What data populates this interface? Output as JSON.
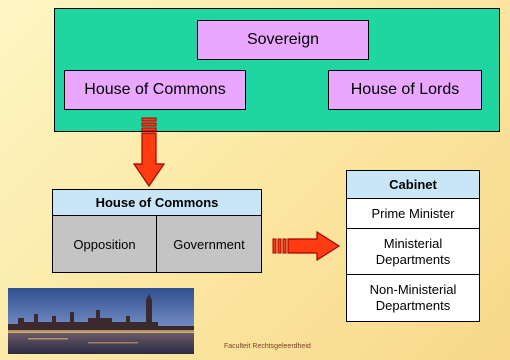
{
  "parliament": {
    "sovereign": "Sovereign",
    "house_of_commons": "House of Commons",
    "house_of_lords": "House of Lords"
  },
  "commons_table": {
    "header": "House of Commons",
    "left": "Opposition",
    "right": "Government"
  },
  "cabinet": {
    "header": "Cabinet",
    "rows": [
      "Prime Minister",
      "Ministerial Departments",
      "Non-Ministerial Departments"
    ]
  },
  "footer": {
    "caption": "Faculteit Rechtsgeleerdheid"
  },
  "colors": {
    "parliament_bg": "#1fd5a0",
    "box_purple": "#e9a7ff",
    "table_header": "#c8e6f8",
    "arrow_fill": "#ff3b12",
    "arrow_stroke": "#a60000"
  }
}
